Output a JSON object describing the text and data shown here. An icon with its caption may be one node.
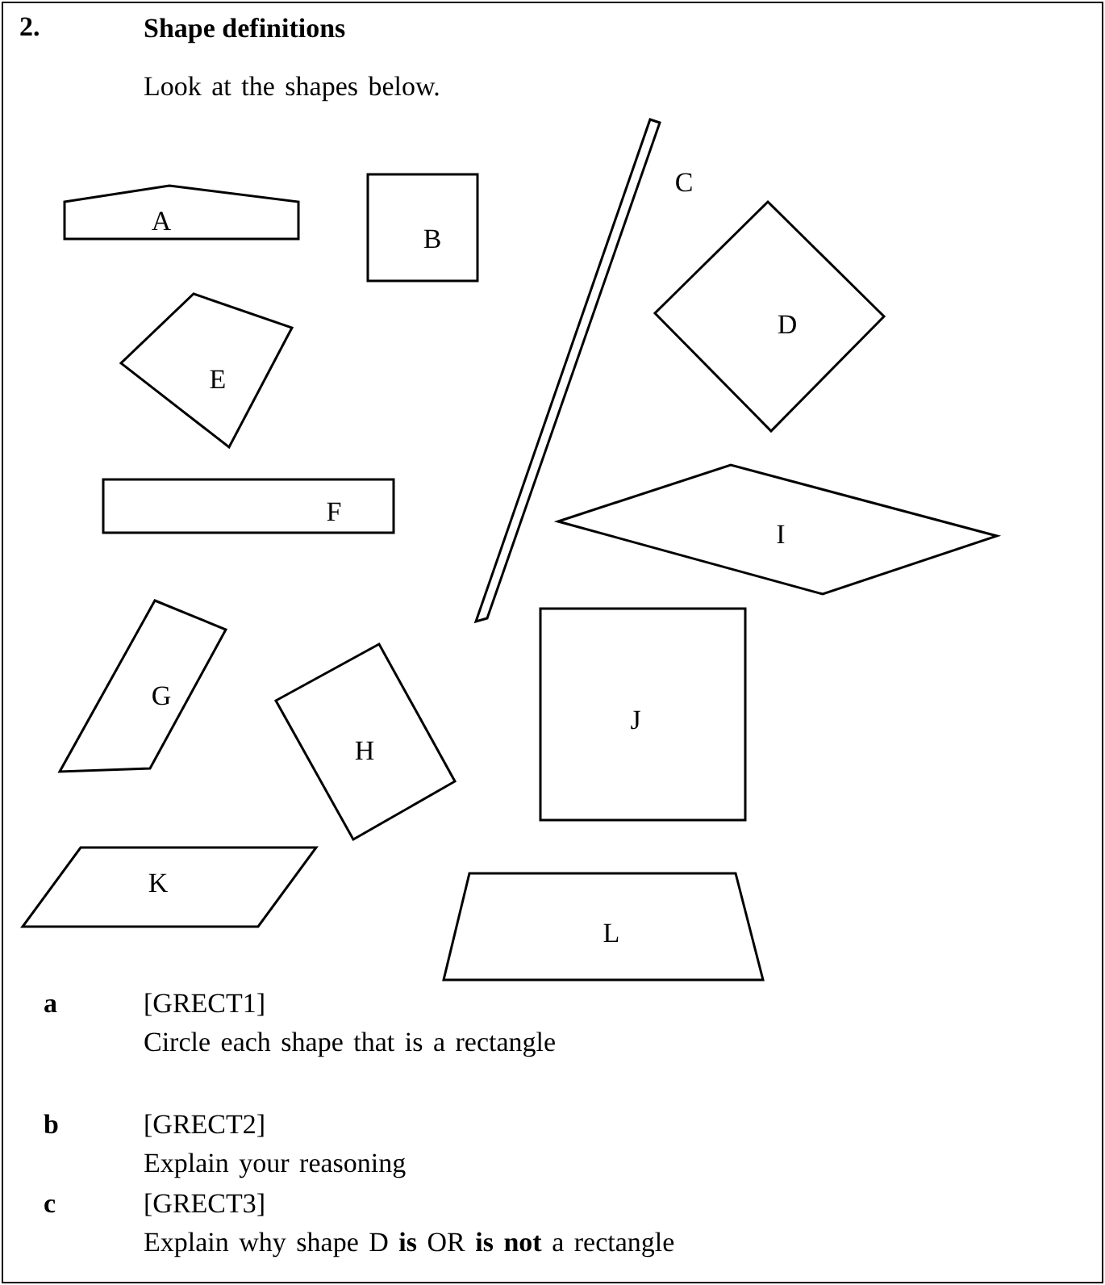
{
  "diagram": {
    "title": "Shape definitions",
    "nodes": [
      {
        "text": [
          "A"
        ]
      },
      {
        "text": [
          "B"
        ]
      },
      {
        "text": [
          "C"
        ]
      },
      {
        "text": [
          "D"
        ]
      },
      {
        "text": [
          "E"
        ]
      },
      {
        "text": [
          "F"
        ]
      },
      {
        "text": [
          "G"
        ]
      },
      {
        "text": [
          "H"
        ]
      },
      {
        "text": [
          "I"
        ]
      },
      {
        "text": [
          "J"
        ]
      },
      {
        "text": [
          "K"
        ]
      },
      {
        "text": [
          "L"
        ]
      }
    ],
    "edges": [],
    "labels": [
      "2.",
      "Look at the shapes below.",
      "a",
      "[GRECT1]",
      "Circle each shape that is a rectangle",
      "b",
      "[GRECT2]",
      "Explain your reasoning",
      "c",
      "[GRECT3]",
      "Explain why shape D **is** OR **is not** a rectangle"
    ]
  }
}
